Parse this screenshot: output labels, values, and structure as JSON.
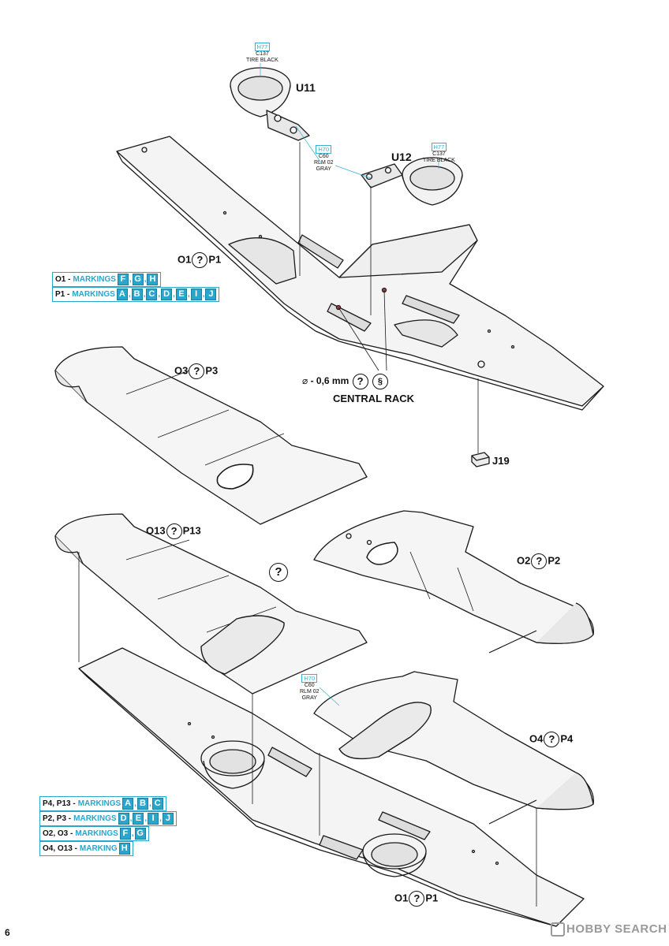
{
  "page": {
    "number": "6"
  },
  "watermark": {
    "text": "HOBBY SEARCH"
  },
  "paints": {
    "u11_tire": {
      "code": "H77",
      "ref": "C137",
      "name": "TIRE BLACK"
    },
    "u12_tire": {
      "code": "H77",
      "ref": "C137",
      "name": "TIRE BLACK"
    },
    "rlm02_top": {
      "code": "H70",
      "ref": "C60",
      "name1": "RLM 02",
      "name2": "GRAY"
    },
    "rlm02_bottom": {
      "code": "H70",
      "ref": "C60",
      "name1": "RLM 02",
      "name2": "GRAY"
    }
  },
  "parts": {
    "u11": "U11",
    "u12": "U12",
    "o1p1_top": {
      "a": "O1",
      "b": "P1"
    },
    "o3p3": {
      "a": "O3",
      "b": "P3"
    },
    "j19": "J19",
    "o13p13": {
      "a": "O13",
      "b": "P13"
    },
    "o2p2": {
      "a": "O2",
      "b": "P2"
    },
    "o4p4": {
      "a": "O4",
      "b": "P4"
    },
    "o1p1_bottom": {
      "a": "O1",
      "b": "P1"
    }
  },
  "drill": {
    "symbol": "⌀",
    "size": "- 0,6 mm",
    "label": "CENTRAL RACK"
  },
  "question_mark": "?",
  "markings_top": [
    {
      "prefix": "O1 -",
      "word": "MARKINGS",
      "letters": [
        "F",
        "G",
        "H"
      ]
    },
    {
      "prefix": "P1 -",
      "word": "MARKINGS",
      "letters": [
        "A",
        "B",
        "C",
        "D",
        "E",
        "I",
        "J"
      ]
    }
  ],
  "markings_bottom": [
    {
      "prefix": "P4, P13 -",
      "word": "MARKINGS",
      "letters": [
        "A",
        "B",
        "C"
      ]
    },
    {
      "prefix": "P2, P3 -",
      "word": "MARKINGS",
      "letters": [
        "D",
        "E",
        "I",
        "J"
      ]
    },
    {
      "prefix": "O2, O3 -",
      "word": "MARKINGS",
      "letters": [
        "F",
        "G"
      ]
    },
    {
      "prefix": "O4, O13 -",
      "word": "MARKING",
      "letters": [
        "H"
      ]
    }
  ]
}
